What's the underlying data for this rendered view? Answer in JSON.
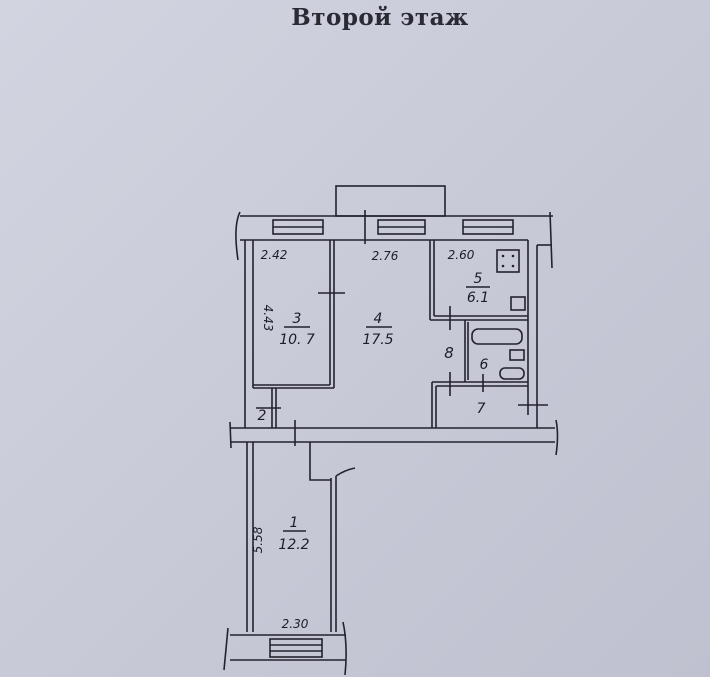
{
  "title": "Второй этаж",
  "rooms": [
    {
      "number": "1",
      "area": "12.2"
    },
    {
      "number": "2"
    },
    {
      "number": "3",
      "area": "10. 7"
    },
    {
      "number": "4",
      "area": "17.5"
    },
    {
      "number": "5",
      "area": "6.1"
    },
    {
      "number": "6"
    },
    {
      "number": "7"
    },
    {
      "number": "8"
    }
  ],
  "dimensions": {
    "room3_width": "2.42",
    "room4_width": "2.76",
    "room5_width": "2.60",
    "room3_length": "4.43",
    "room1_length": "5.58",
    "room1_width": "2.30"
  }
}
